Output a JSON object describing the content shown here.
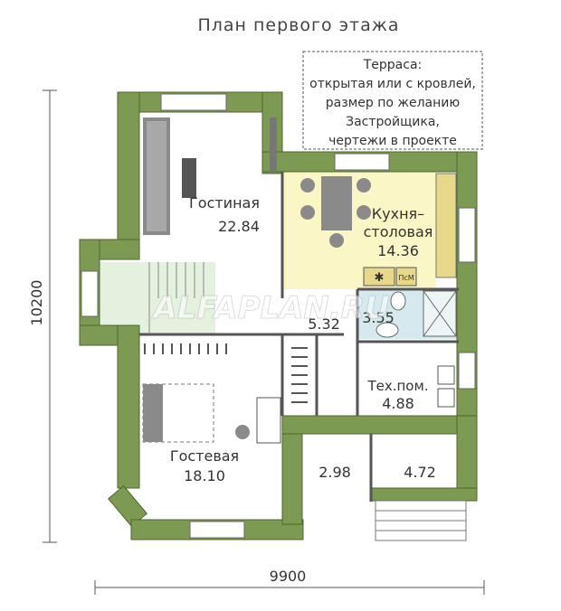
{
  "title": "План первого этажа",
  "terrace_note": {
    "lines": [
      "Терраса:",
      "открытая или с кровлей,",
      "размер по желанию",
      "Застройщика,",
      "чертежи в проекте"
    ]
  },
  "rooms": {
    "living": {
      "name": "Гостиная",
      "area": "22.84"
    },
    "kitchen": {
      "name_line1": "Кухня–",
      "name_line2": "столовая",
      "area": "14.36"
    },
    "hall": {
      "area": "5.32"
    },
    "bath": {
      "area": "3.55"
    },
    "tech": {
      "name": "Тех.пом.",
      "area": "4.88"
    },
    "guest": {
      "name": "Гостевая",
      "area": "18.10"
    },
    "vestibule": {
      "area": "2.98"
    },
    "entry": {
      "area": "4.72"
    }
  },
  "appliance_label": "ПсМ",
  "dimensions": {
    "width": "9900",
    "height": "10200"
  },
  "watermark": "ALFAPLAN.RU",
  "colors": {
    "wall": "#7d9a52",
    "wall_dark": "#5f7a3a",
    "kitchen_floor": "#fbf6c6",
    "stair": "#e4f1de",
    "bath_tile": "#d5e9ef",
    "furniture": "#8a8a8a"
  }
}
